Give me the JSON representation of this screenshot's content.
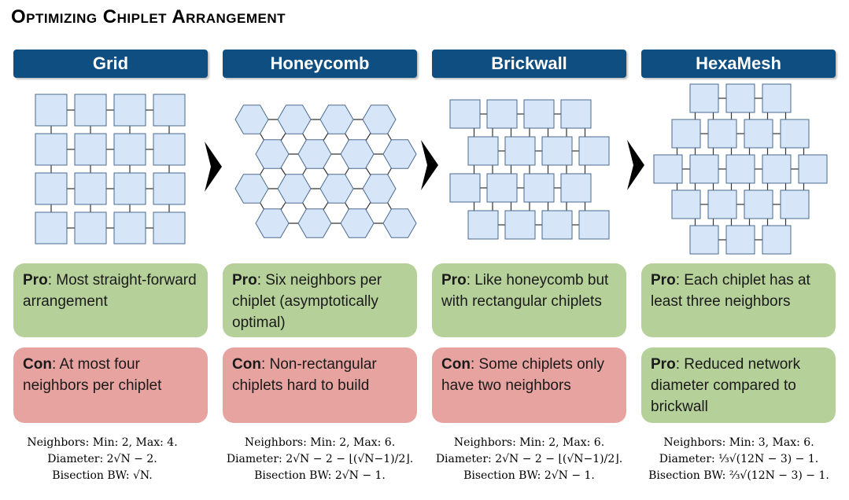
{
  "title": "Optimizing Chiplet Arrangement",
  "columns": [
    {
      "header": "Grid",
      "box1": {
        "kind": "Pro",
        "text": ": Most straight-forward arrangement"
      },
      "box2": {
        "kind": "Con",
        "text": ": At most four neighbors per chiplet"
      },
      "stats": [
        "Neighbors: Min: 2, Max: 4.",
        "Diameter: 2√N − 2.",
        "Bisection BW: √N."
      ]
    },
    {
      "header": "Honeycomb",
      "box1": {
        "kind": "Pro",
        "text": ": Six neighbors per chiplet (asymptotically optimal)"
      },
      "box2": {
        "kind": "Con",
        "text": ": Non-rectangular chiplets hard to build"
      },
      "stats": [
        "Neighbors: Min: 2, Max: 6.",
        "Diameter: 2√N − 2 − ⌊(√N−1)/2⌋.",
        "Bisection BW: 2√N − 1."
      ]
    },
    {
      "header": "Brickwall",
      "box1": {
        "kind": "Pro",
        "text": ": Like honeycomb but with rectangular chiplets"
      },
      "box2": {
        "kind": "Con",
        "text": ": Some chiplets only have two neighbors"
      },
      "stats": [
        "Neighbors: Min: 2, Max: 6.",
        "Diameter: 2√N − 2 − ⌊(√N−1)/2⌋.",
        "Bisection BW: 2√N − 1."
      ]
    },
    {
      "header": "HexaMesh",
      "box1": {
        "kind": "Pro",
        "text": ": Each chiplet has at least three neighbors"
      },
      "box2": {
        "kind": "Pro",
        "text": ": Reduced network diameter compared to brickwall"
      },
      "stats": [
        "Neighbors: Min: 3, Max: 6.",
        "Diameter: ⅓√(12N − 3) − 1.",
        "Bisection BW: ⅔√(12N − 3) − 1."
      ]
    }
  ],
  "colors": {
    "header": "#0f4e80",
    "chiplet_fill": "#d6e6f8",
    "chiplet_stroke": "#4a6a90",
    "pro": "#b6d09a",
    "con": "#e6a3a0"
  }
}
